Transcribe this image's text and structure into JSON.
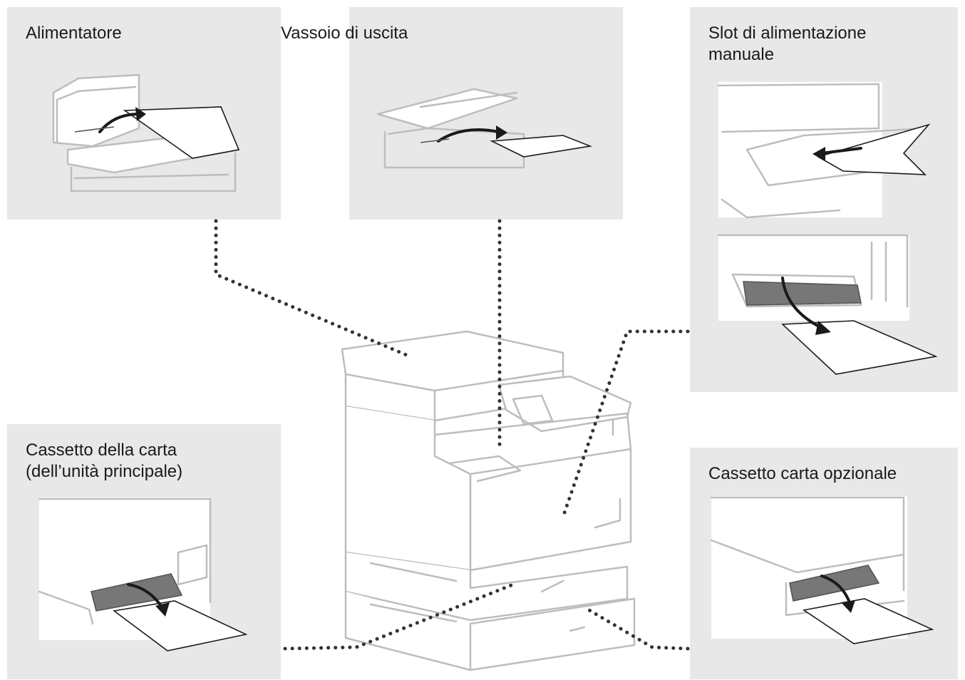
{
  "labels": {
    "adf": "Alimentatore",
    "output_tray": "Vassoio di uscita",
    "manual_feed": "Slot di alimentazione\nmanuale",
    "main_cassette": "Cassetto della carta\n(dell’unità principale)",
    "optional_cassette": "Cassetto carta opzionale"
  },
  "colors": {
    "panel": "#e8e8e8",
    "outline": "#bdbdbd",
    "leader": "#333333"
  }
}
